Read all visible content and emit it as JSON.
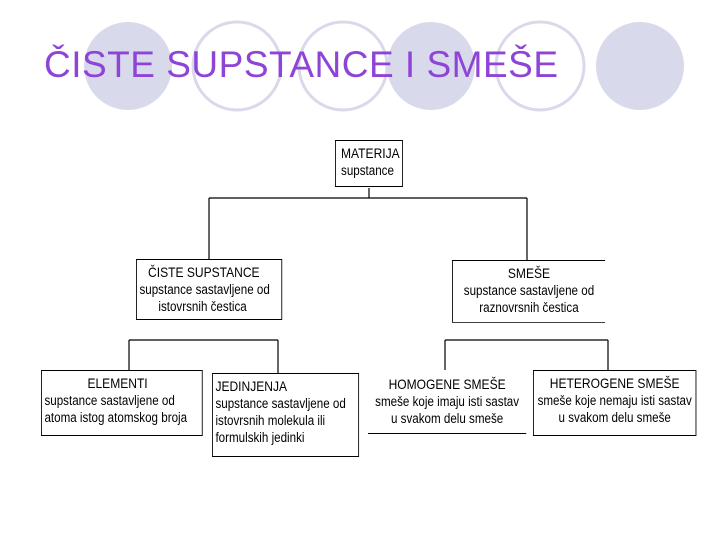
{
  "slide": {
    "title": "ČISTE SUPSTANCE I SMEŠE",
    "accent_color": "#8e44d6",
    "circle_fill": "#d9d9ec"
  },
  "diagram": {
    "root": {
      "title": "MATERIJA",
      "desc": [
        "supstance"
      ]
    },
    "pure": {
      "title": "ČISTE SUPSTANCE",
      "desc": [
        "supstance sastavljene od",
        "istovrsnih čestica"
      ]
    },
    "mixtures": {
      "title": "SMEŠE",
      "desc": [
        "supstance sastavljene od",
        "raznovrsnih čestica"
      ]
    },
    "elements": {
      "title": "ELEMENTI",
      "desc": [
        "supstance sastavljene od",
        "atoma istog atomskog broja"
      ]
    },
    "compounds": {
      "title": "JEDINJENJA",
      "desc": [
        "supstance sastavljene od",
        "istovrsnih molekula ili",
        "formulskih jedinki"
      ]
    },
    "homogeneous": {
      "title": "HOMOGENE SMEŠE",
      "desc": [
        "smeše koje imaju isti sastav",
        "u svakom delu smeše"
      ]
    },
    "heterogeneous": {
      "title": "HETEROGENE SMEŠE",
      "desc": [
        "smeše koje nemaju isti sastav",
        "u svakom delu smeše"
      ]
    }
  }
}
